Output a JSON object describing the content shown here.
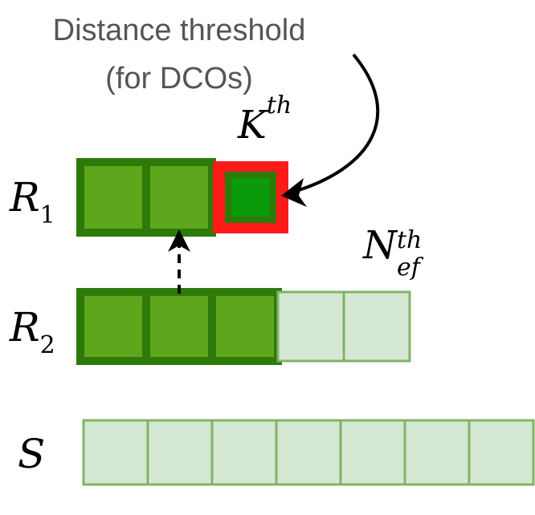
{
  "caption": {
    "line1": "Distance threshold",
    "line2": "(for DCOs)"
  },
  "labels": {
    "kth_base": "K",
    "kth_sup": "th",
    "nef_base": "N",
    "nef_sup": "th",
    "nef_sub": "ef",
    "r1_base": "R",
    "r1_sub": "1",
    "r2_base": "R",
    "r2_sub": "2",
    "s_base": "S"
  },
  "rows": {
    "r1_cells": [
      "filled",
      "filled",
      "kth"
    ],
    "r2_cells": [
      "filled",
      "filled",
      "filled",
      "empty",
      "empty"
    ],
    "s_cells": [
      "empty",
      "empty",
      "empty",
      "empty",
      "empty",
      "empty",
      "empty"
    ]
  },
  "colors": {
    "filled_fill": "#5ea61c",
    "filled_stroke": "#2d7a0a",
    "kth_fill": "#0a9a0a",
    "kth_stroke": "#ff1a1a",
    "empty_fill": "#d5e8d4",
    "empty_stroke": "#82b366",
    "arrow": "#000000"
  }
}
